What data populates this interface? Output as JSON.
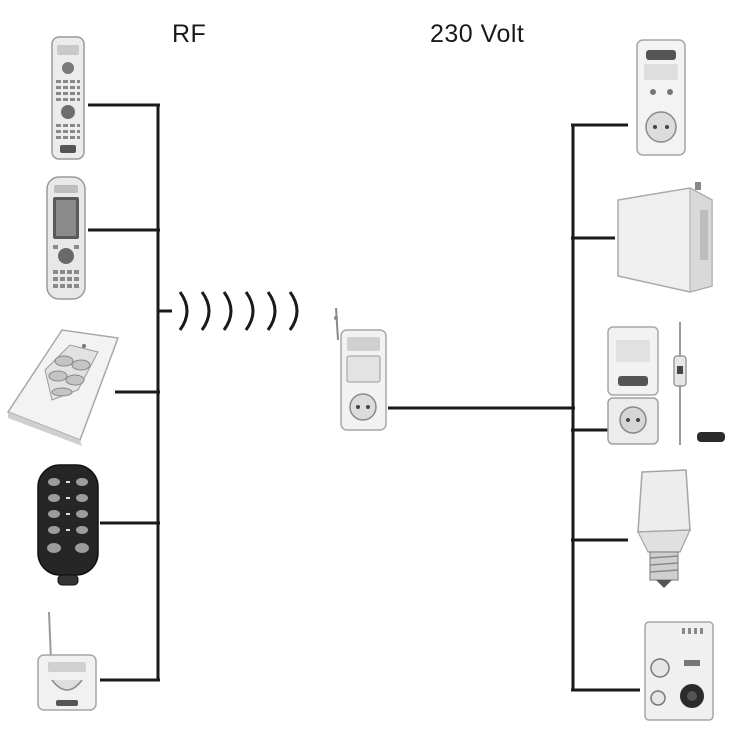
{
  "labels": {
    "rf": "RF",
    "mains": "230 Volt"
  },
  "colors": {
    "line": "#1a1a1a",
    "device_body": "#f2f2f2",
    "device_edge": "#b5b5b5",
    "device_dark": "#2b2b2b",
    "button": "#8c8c8c"
  },
  "left_devices": [
    {
      "name": "remote-control-universal-icon"
    },
    {
      "name": "remote-control-lcd-icon"
    },
    {
      "name": "wall-switch-transmitter-icon"
    },
    {
      "name": "key-fob-remote-icon"
    },
    {
      "name": "motion-sensor-transmitter-icon"
    }
  ],
  "center_device": {
    "name": "plug-in-receiver-icon"
  },
  "right_devices": [
    {
      "name": "plug-in-dimmer-socket-icon"
    },
    {
      "name": "flush-mount-receiver-icon"
    },
    {
      "name": "socket-with-cable-receiver-icon"
    },
    {
      "name": "lamp-holder-receiver-icon"
    },
    {
      "name": "din-rail-module-icon"
    }
  ],
  "rf_waves": 6
}
